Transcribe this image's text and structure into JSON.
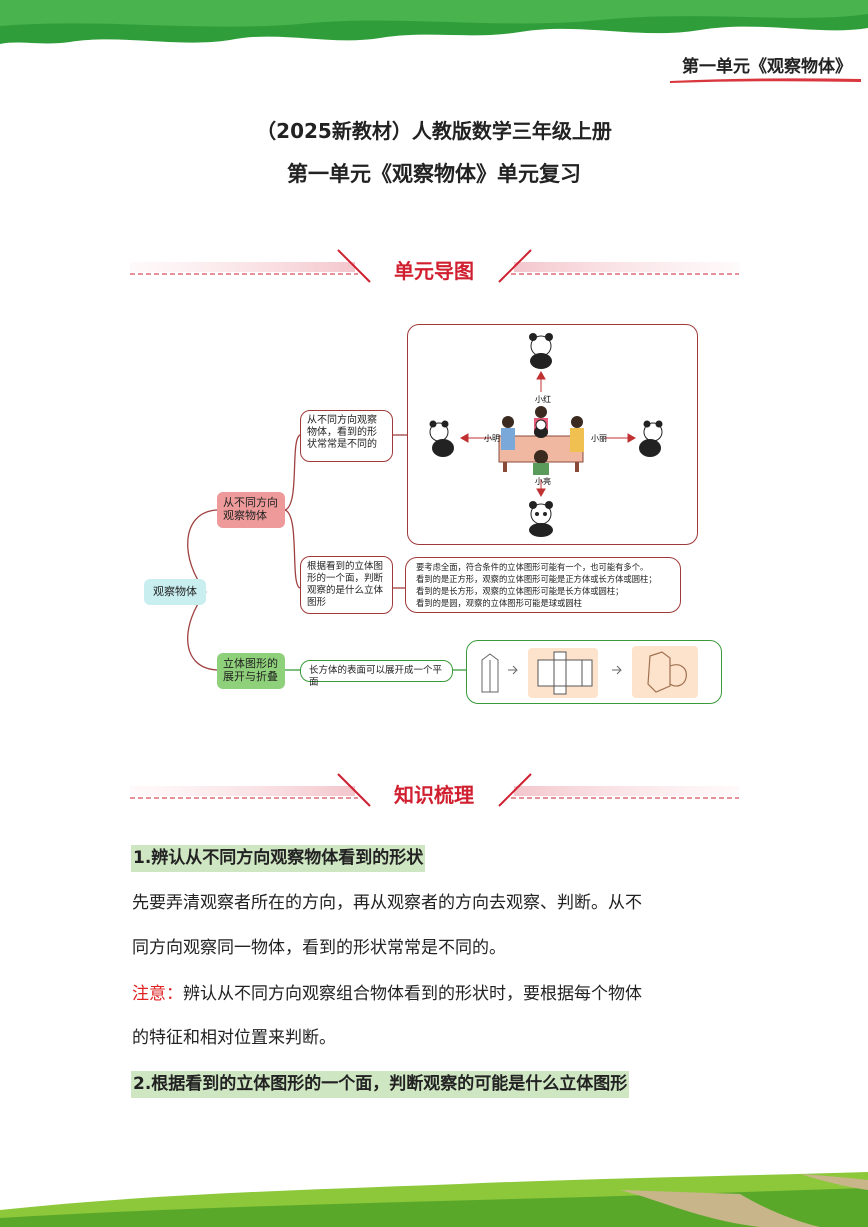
{
  "header": {
    "running_title": "第一单元《观察物体》"
  },
  "title": {
    "line1": "（2025新教材）人教版数学三年级上册",
    "line2": "第一单元《观察物体》单元复习"
  },
  "section1": {
    "title": "单元导图"
  },
  "mindmap": {
    "root": "观察物体",
    "branch1": {
      "label": "从不同方向观察物体",
      "child1": "从不同方向观察物体，看到的形状常常是不同的",
      "child2": "根据看到的立体图形的一个面，判断观察的是什么立体图形",
      "child2_detail": [
        "要考虑全面，符合条件的立体图形可能有一个，也可能有多个。",
        "看到的是正方形，观察的立体图形可能是正方体或长方体或圆柱；",
        "看到的是长方形，观察的立体图形可能是长方体或圆柱；",
        "看到的是圆，观察的立体图形可能是球或圆柱"
      ]
    },
    "branch2": {
      "label": "立体图形的展开与折叠",
      "child1": "长方体的表面可以展开成一个平面"
    },
    "observers": {
      "top": "小红",
      "left": "小明",
      "right": "小丽",
      "bottom": "小亮"
    }
  },
  "section2": {
    "title": "知识梳理"
  },
  "knowledge": {
    "h1": "1.辨认从不同方向观察物体看到的形状",
    "p1_line1": "先要弄清观察者所在的方向，再从观察者的方向去观察、判断。从不",
    "p1_line2": "同方向观察同一物体，看到的形状常常是不同的。",
    "note_label": "注意：",
    "note_line1": "辨认从不同方向观察组合物体看到的形状时，要根据每个物体",
    "note_line2": "的特征和相对位置来判断。",
    "h2": "2.根据看到的立体图形的一个面，判断观察的可能是什么立体图形"
  }
}
